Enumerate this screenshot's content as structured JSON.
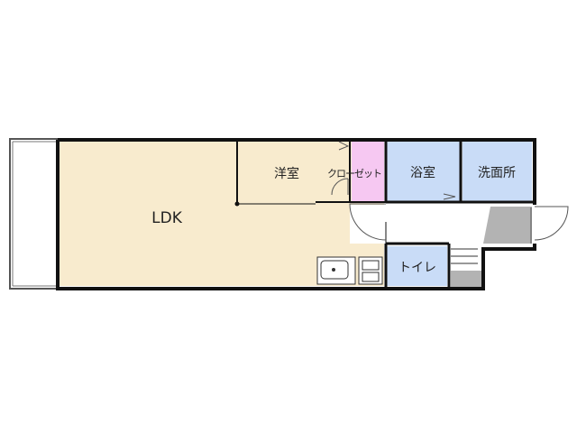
{
  "rooms": {
    "ldk": {
      "label": "LDK",
      "color": "#f8ebce"
    },
    "western_room": {
      "label": "洋室",
      "color": "#f8ebce"
    },
    "closet": {
      "label": "クローゼット",
      "color": "#f6c8f2"
    },
    "bathroom": {
      "label": "浴室",
      "color": "#c9dcf7"
    },
    "washroom": {
      "label": "洗面所",
      "color": "#c9dcf7"
    },
    "toilet": {
      "label": "トイレ",
      "color": "#c9dcf7"
    }
  },
  "colors": {
    "wall": "#111111",
    "storage": "#b3b3b3",
    "balcony": "#ffffff"
  }
}
